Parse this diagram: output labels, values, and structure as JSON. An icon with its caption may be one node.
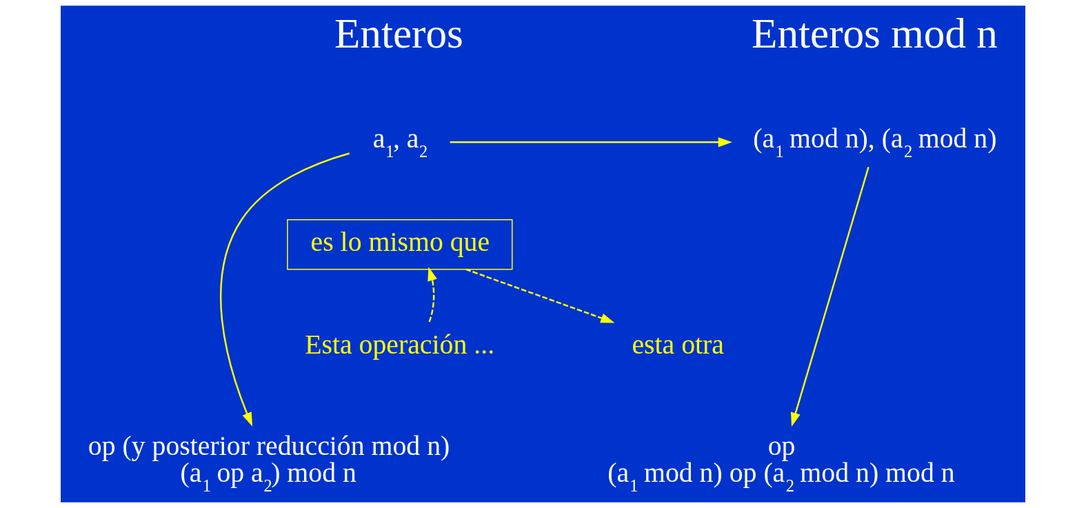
{
  "diagram": {
    "nodes": [
      {
        "text": [
          "a$_{1}$, a$_{2}$"
        ]
      },
      {
        "text": [
          "(a$_{1}$ mod n), (a$_{2}$ mod n)"
        ]
      },
      {
        "text": [
          "op (y posterior reducción mod n)",
          "(a$_{1}$ op a$_{2}$) mod n"
        ]
      },
      {
        "text": [
          "op",
          "(a$_{1}$ mod n) op (a$_{2}$ mod n) mod n"
        ]
      },
      {
        "text": [
          "Esta operación ..."
        ]
      },
      {
        "text": [
          "es lo mismo que"
        ]
      },
      {
        "text": [
          "esta otra"
        ]
      }
    ],
    "edges": [
      {
        "from": 0,
        "to": 1,
        "arrow": "to"
      },
      {
        "from": 0,
        "to": 2,
        "arrow": "to"
      },
      {
        "from": 1,
        "to": 3,
        "arrow": "to"
      },
      {
        "from": 4,
        "to": 5,
        "arrow": "to",
        "style": "dashed"
      },
      {
        "from": 5,
        "to": 6,
        "arrow": "to",
        "style": "dashed"
      }
    ],
    "labels": [
      "Enteros",
      "Enteros mod n"
    ]
  }
}
